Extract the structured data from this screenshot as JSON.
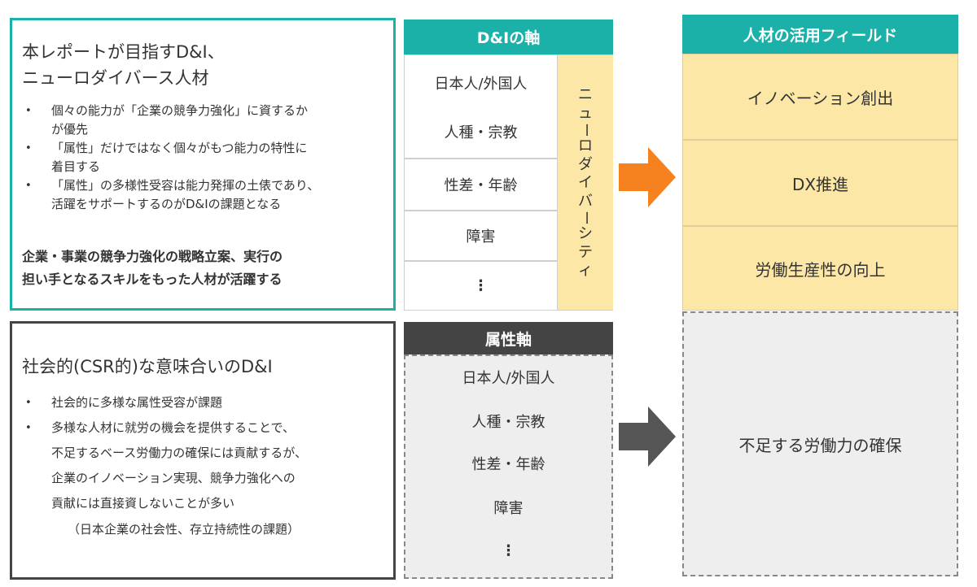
{
  "neuro_box": {
    "title_lines": [
      "本レポートが目指すD&I、",
      "ニューロダイバース人材"
    ],
    "bullets": [
      [
        "個々の能力が「企業の競争力強化」に資するか",
        "が優先"
      ],
      [
        "「属性」だけではなく個々がもつ能力の特性に",
        "着目する"
      ],
      [
        "「属性」の多様性受容は能力発揮の土俵であり、",
        "活躍をサポートするのがD&Iの課題となる"
      ]
    ],
    "summary_lines": [
      "企業・事業の競争力強化の戦略立案、実行の",
      "担い手となるスキルをもった人材が活躍する"
    ]
  },
  "csr_box": {
    "title": "社会的(CSR的)な意味合いのD&I",
    "bullets": [
      [
        "社会的に多様な属性受容が課題"
      ],
      [
        "多様な人材に就労の機会を提供することで、",
        "不足するベース労働力の確保には貢献するが、",
        "企業のイノベーション実現、競争力強化への",
        "貢献には直接資しないことが多い"
      ]
    ],
    "note": "（日本企業の社会性、存立持続性の課題）"
  },
  "di_axis": {
    "header": "D&Iの軸",
    "items": [
      "日本人/外国人",
      "人種・宗教",
      "性差・年齢",
      "障害",
      "⋮"
    ],
    "side_label_chars": [
      "ニ",
      "ュ",
      "ー",
      "ロ",
      "ダ",
      "イ",
      "バ",
      "ー",
      "シ",
      "テ",
      "ィ"
    ]
  },
  "attr_axis": {
    "header": "属性軸",
    "items": [
      "日本人/外国人",
      "人種・宗教",
      "性差・年齢",
      "障害",
      "⋮"
    ]
  },
  "talent_field": {
    "header": "人材の活用フィールド",
    "items": [
      "イノベーション創出",
      "DX推進",
      "労働生産性の向上"
    ],
    "dashed_item": "不足する労働力の確保"
  },
  "colors": {
    "teal": "#1bb1a8",
    "dark": "#444444",
    "yellow": "#fde7a7",
    "orange_arrow": "#f5821f",
    "gray_arrow": "#555555",
    "gray_fill": "#eeeeee"
  }
}
